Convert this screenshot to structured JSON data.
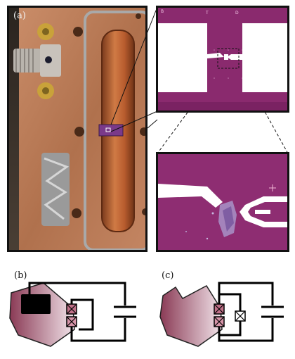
{
  "panels": {
    "a": {
      "label": "(a)"
    },
    "b": {
      "label": "(b)"
    },
    "c": {
      "label": "(c)"
    }
  },
  "inset_top": {
    "marker_1": "B",
    "marker_2": "T",
    "marker_3": "D"
  },
  "colors": {
    "copper": "#b87a56",
    "chip": "#8a2a6e",
    "film": "#ffffff",
    "frame": "#111111",
    "junction_fill": "#b0556e"
  }
}
